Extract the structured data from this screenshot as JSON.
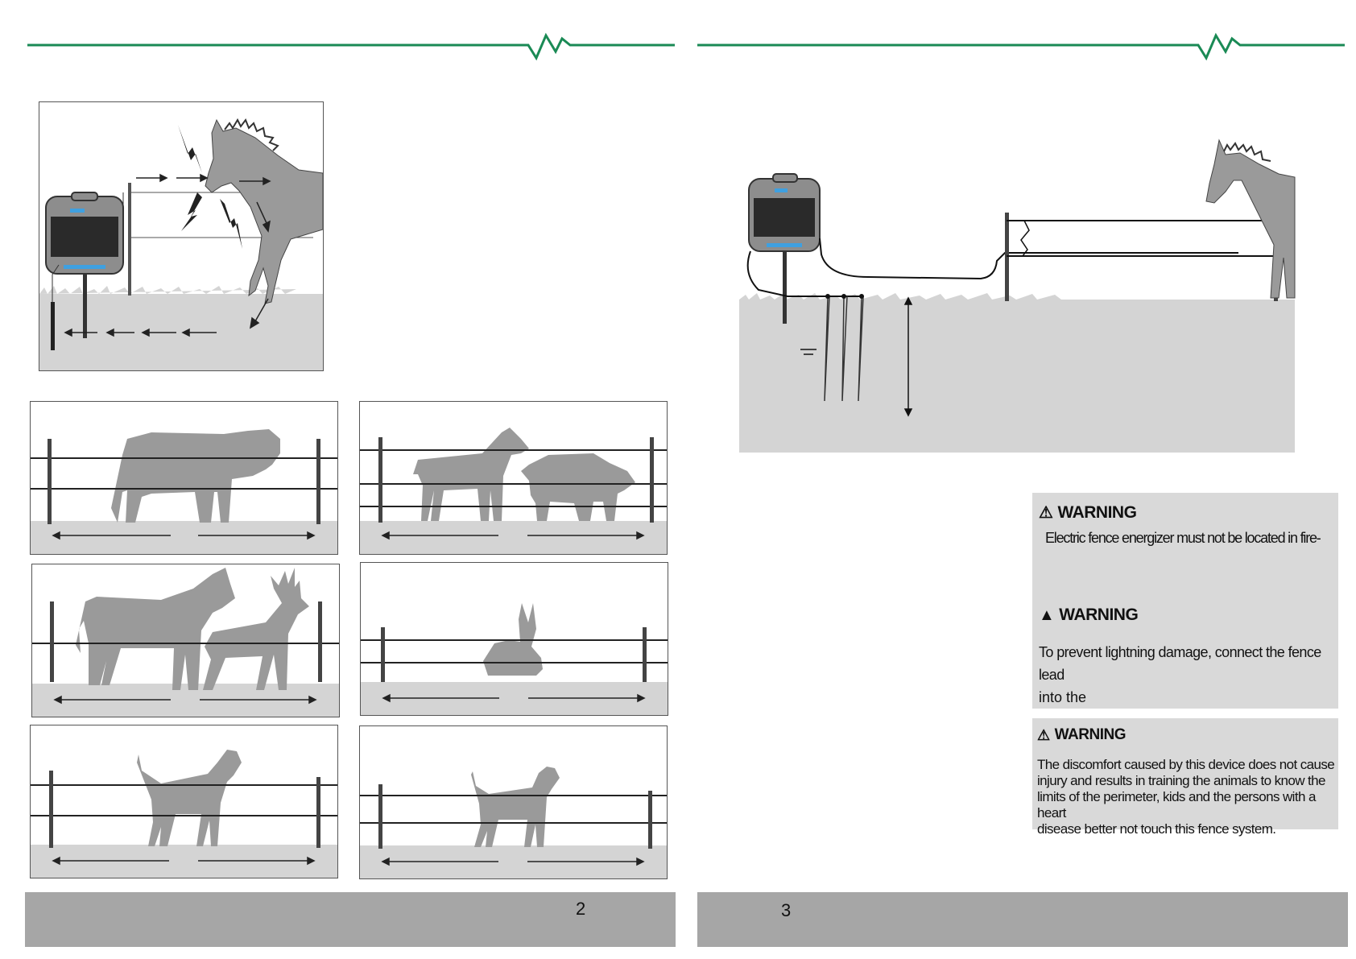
{
  "colors": {
    "accent": "#1a8a55",
    "footer": "#a6a6a6",
    "ground": "#d4d4d4",
    "panel": "#d9d9d9",
    "animal": "#9a9a9a"
  },
  "pages": {
    "left_number": "2",
    "right_number": "3"
  },
  "warnings": [
    {
      "icon": "warning-triangle-outline-icon",
      "title": "WARNING",
      "text": "Electric fence energizer must not be located in fire-"
    },
    {
      "icon": "warning-triangle-filled-icon",
      "title": "WARNING",
      "lines": [
        "To prevent lightning damage, connect the fence lead",
        "into the"
      ]
    },
    {
      "icon": "warning-triangle-outline-icon",
      "title": "WARNING",
      "lines": [
        "The discomfort caused by this device does not cause",
        "injury and results in training the animals to know the",
        "limits of the perimeter, kids and the persons with a heart",
        "disease better not touch this fence system."
      ]
    }
  ],
  "illustrations": [
    "horse-shock-diagram",
    "cow-fence",
    "goat-pig-fence",
    "zebra-deer-fence",
    "rabbit-fence",
    "large-dog-fence",
    "small-dog-fence",
    "grounding-installation-diagram"
  ]
}
